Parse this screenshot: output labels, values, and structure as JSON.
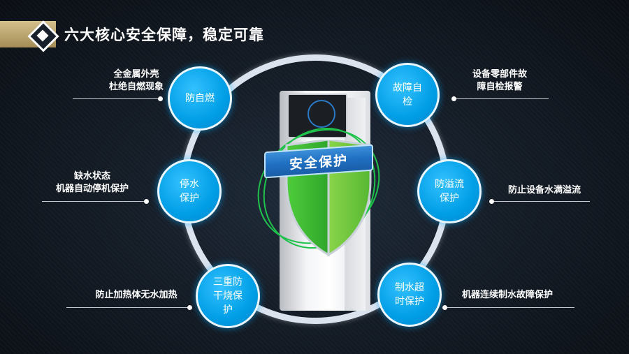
{
  "title": "六大核心安全保障，稳定可靠",
  "shield_label": "安全保护",
  "features": {
    "f1": "防自燃",
    "f2": "停水\n保护",
    "f3": "三重防\n干烧保\n护",
    "f4": "故障自\n检",
    "f5": "防溢流\n保护",
    "f6": "制水超\n时保护"
  },
  "callouts": {
    "c1": "全金属外壳\n杜绝自燃现象",
    "c2": "缺水状态\n机器自动停机保护",
    "c3": "防止加热体无水加热",
    "c4": "设备零部件故\n障自检报警",
    "c5": "防止设备水满溢流",
    "c6": "机器连续制水故障保护"
  },
  "colors": {
    "accent_blue": "#009ee6",
    "gold": "#c9b27a",
    "shield_green": "#3fbf3f"
  }
}
